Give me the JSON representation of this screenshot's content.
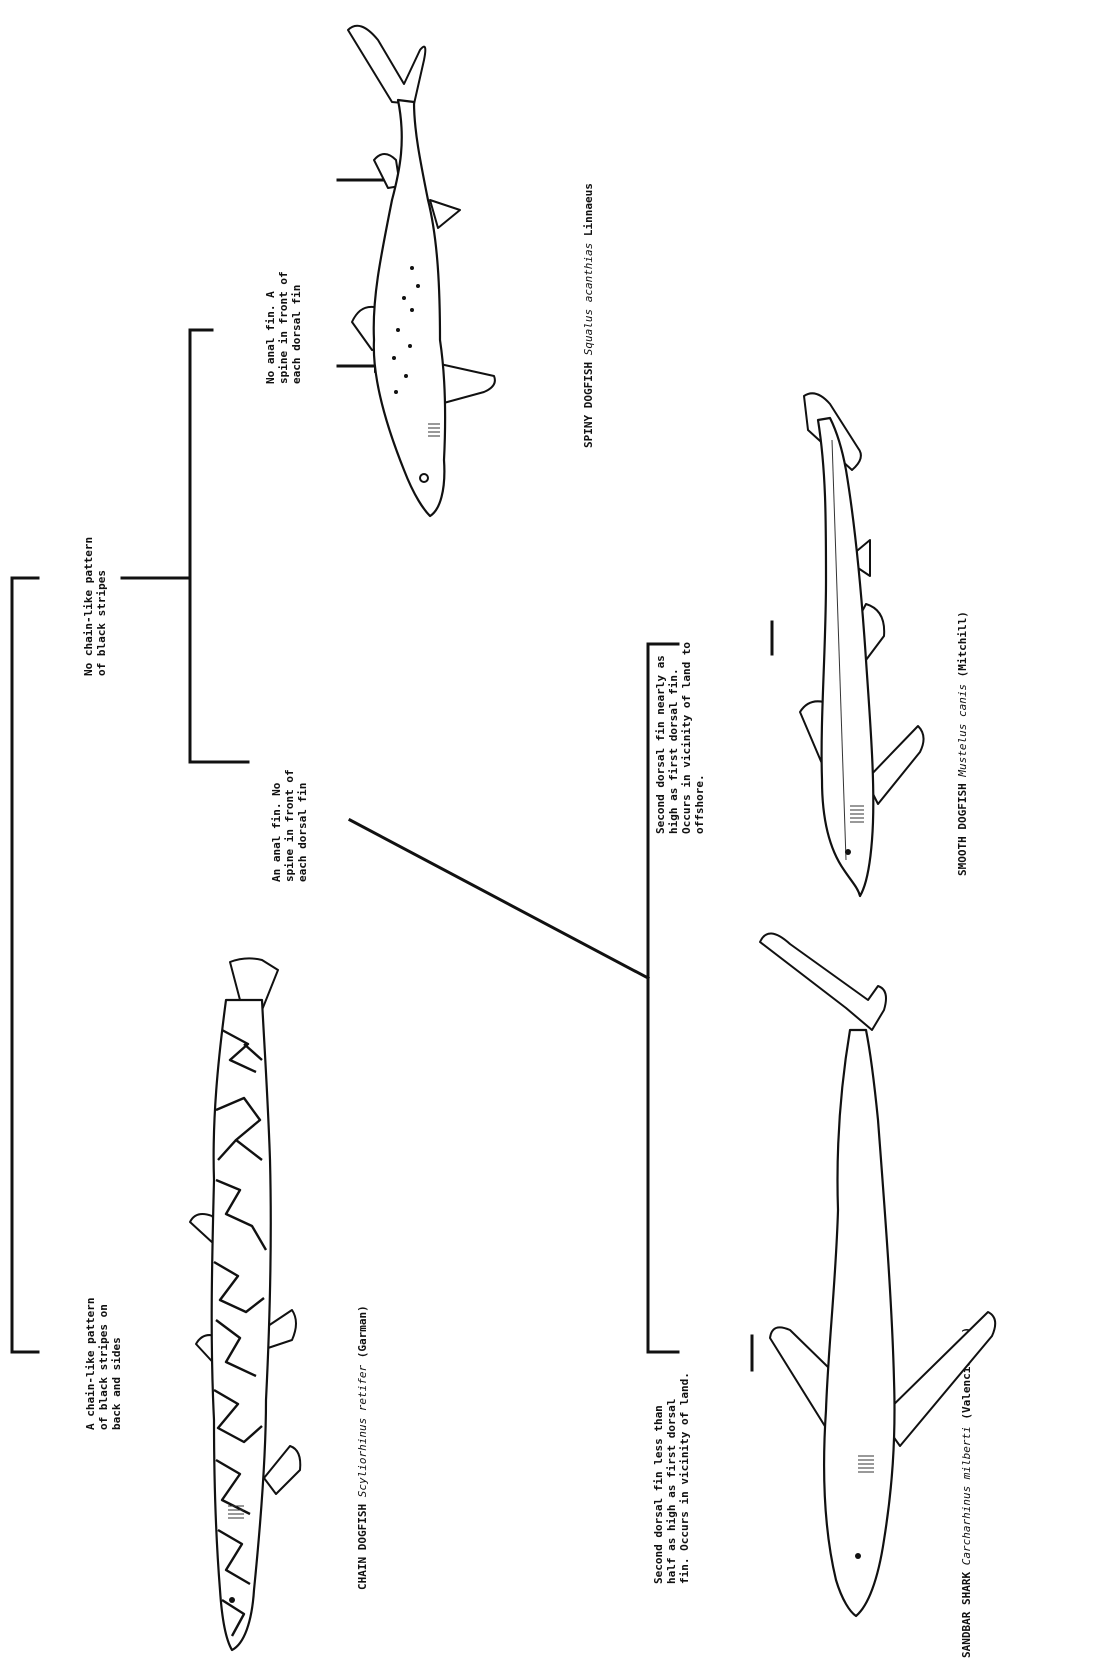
{
  "key": {
    "chain_yes": [
      "A chain-like pattern",
      "of black stripes on",
      "back and sides"
    ],
    "chain_no": [
      "No chain-like pattern",
      "of black stripes"
    ],
    "anal_no": [
      "No anal fin. A",
      "spine in front of",
      "each dorsal fin"
    ],
    "anal_yes": [
      "An anal fin. No",
      "spine in front of",
      "each dorsal fin"
    ],
    "dorsal_high": [
      "Second dorsal fin nearly as",
      "high as first dorsal fin.",
      "Occurs in vicinity of land to",
      "offshore."
    ],
    "dorsal_low": [
      "Second dorsal fin less than",
      "half as high as first dorsal",
      "fin. Occurs in vicinity of land."
    ]
  },
  "species": {
    "chain_dogfish": {
      "common": "CHAIN DOGFISH",
      "scientific": "Scyliorhinus retifer",
      "author": "(Garman)"
    },
    "spiny_dogfish": {
      "common": "SPINY DOGFISH",
      "scientific": "Squalus acanthias",
      "author": "Linnaeus"
    },
    "smooth_dogfish": {
      "common": "SMOOTH DOGFISH",
      "scientific": "Mustelus canis",
      "author": "(Mitchill)"
    },
    "sandbar_shark": {
      "common": "SANDBAR SHARK",
      "scientific": "Carcharhinus milberti",
      "author": "(Valenciennes)"
    }
  }
}
